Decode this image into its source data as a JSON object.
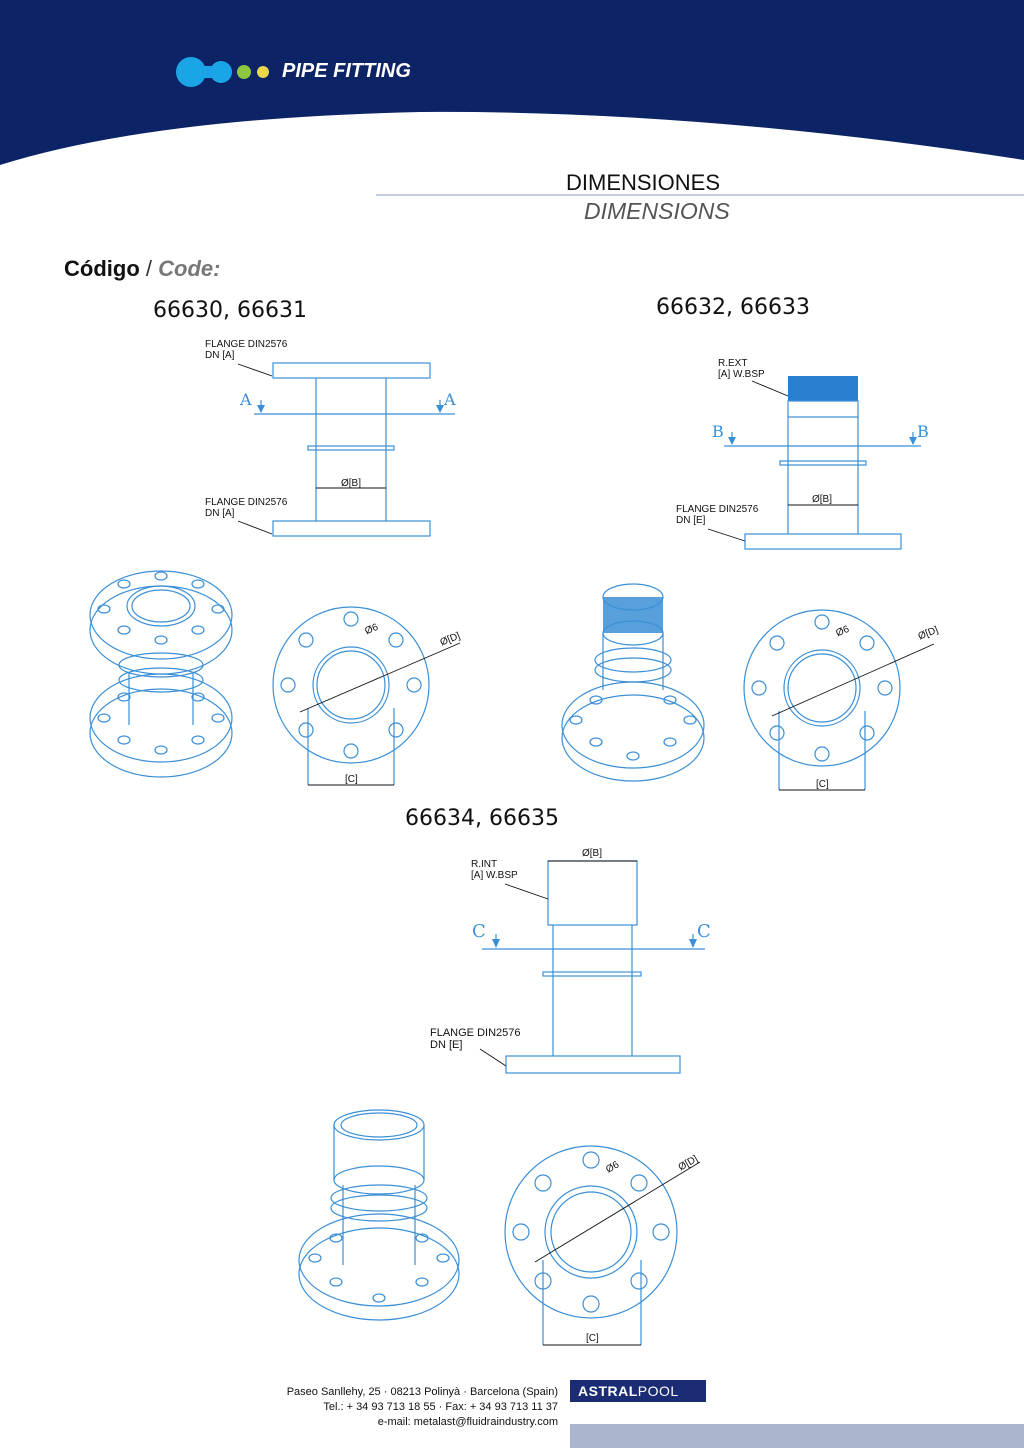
{
  "header": {
    "brand": "PIPE  FITTING",
    "colors": {
      "navy": "#0c2366",
      "dot_blue": "#1aa6e6",
      "dot_green": "#8dc63f",
      "dot_yellow": "#e8d84a"
    }
  },
  "section": {
    "title_es": "DIMENSIONES",
    "title_en": "DIMENSIONS"
  },
  "code_label": {
    "es": "Código",
    "sep": "/",
    "en": "Code:"
  },
  "groups": [
    {
      "codes": "66630, 66631"
    },
    {
      "codes": "66632, 66633"
    },
    {
      "codes": "66634, 66635"
    }
  ],
  "labels": {
    "flange_a_1": "FLANGE DIN2576",
    "flange_a_2": "DN [A]",
    "flange_e_2": "DN [E]",
    "rext_1": "R.EXT",
    "rext_2": "[A] W.BSP",
    "rint_1": "R.INT",
    "rint_2": "[A] W.BSP",
    "phi_b": "Ø[B]",
    "phi_d": "Ø[D]",
    "phi_6": "Ø6",
    "c_dim": "[C]",
    "sec_a": "A",
    "sec_b": "B",
    "sec_c": "C"
  },
  "footer": {
    "address": "Paseo Sanllehy, 25 · 08213 Polinyà · Barcelona (Spain)",
    "phone": "Tel.: + 34 93 713 18 55 · Fax: + 34 93 713 11 37",
    "email": "e-mail: metalast@fluidraindustry.com",
    "logo_bold": "ASTRAL",
    "logo_light": "POOL"
  }
}
